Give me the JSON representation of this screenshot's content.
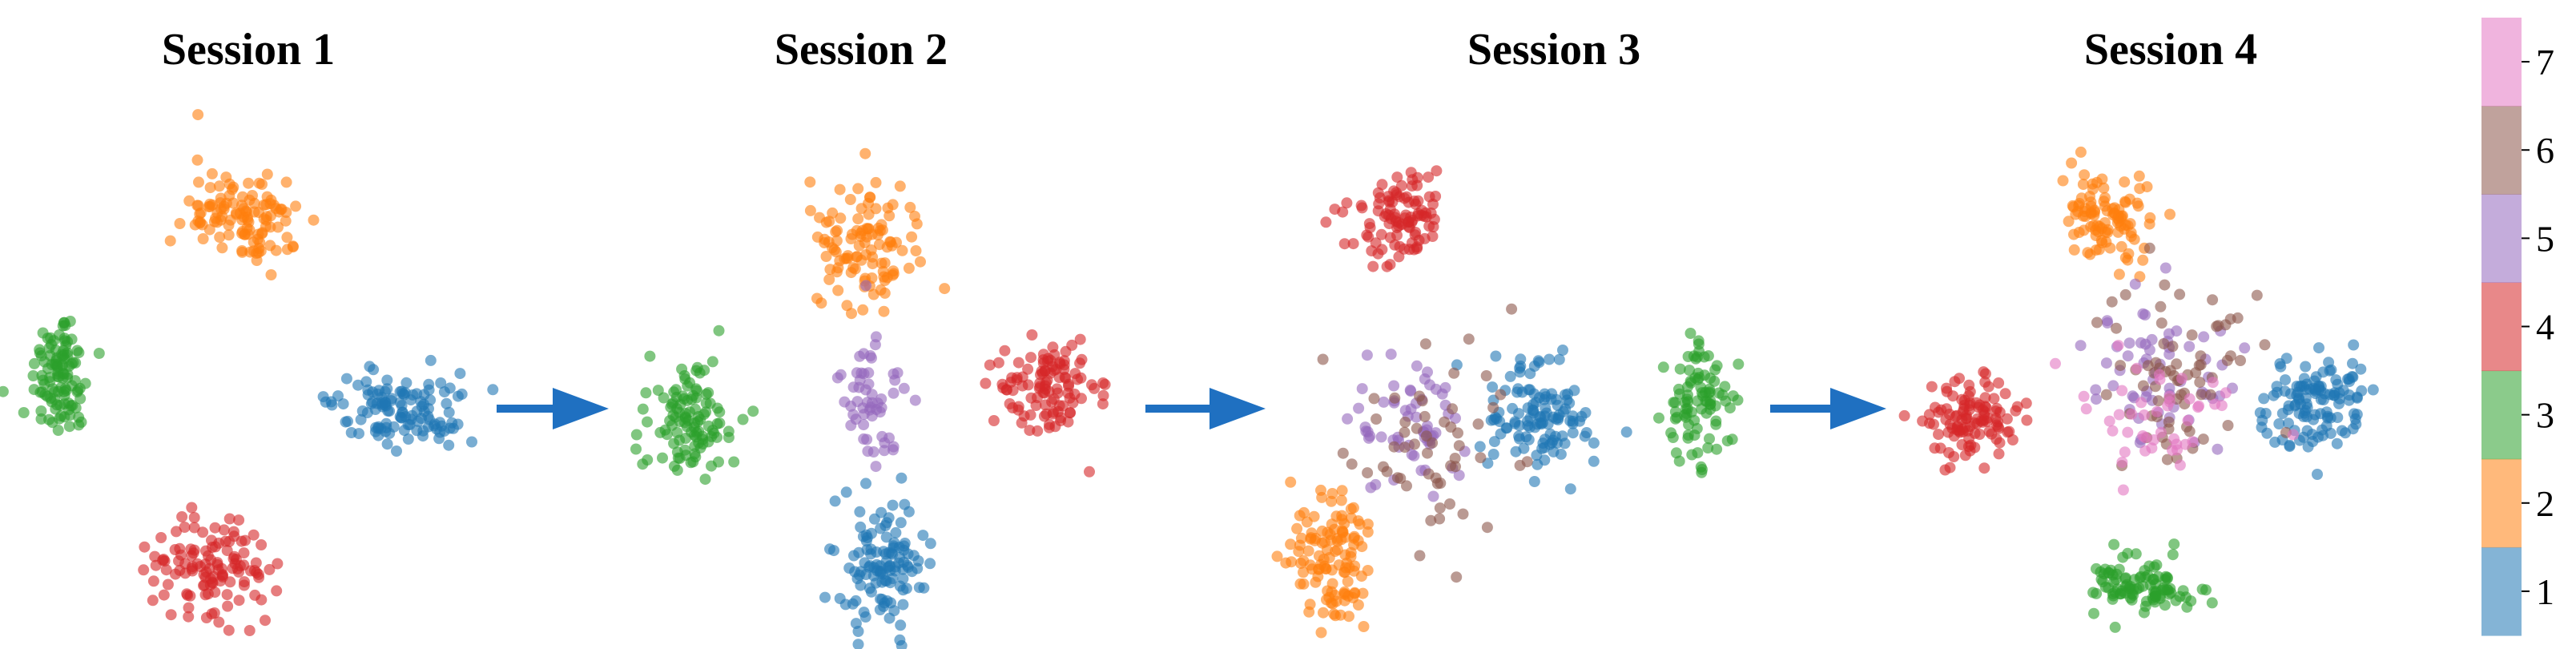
{
  "chart_data": {
    "type": "scatter",
    "panels": [
      {
        "title": "Session 1",
        "classes": [
          1,
          2,
          3,
          4
        ]
      },
      {
        "title": "Session 2",
        "classes": [
          1,
          2,
          3,
          4,
          5
        ]
      },
      {
        "title": "Session 3",
        "classes": [
          1,
          2,
          3,
          4,
          5,
          6
        ]
      },
      {
        "title": "Session 4",
        "classes": [
          1,
          2,
          3,
          4,
          5,
          6,
          7
        ]
      }
    ],
    "colorbar": {
      "ticks": [
        "1",
        "2",
        "3",
        "4",
        "5",
        "6",
        "7"
      ],
      "colors": [
        "#1f77b4",
        "#ff7f0e",
        "#2ca02c",
        "#d62728",
        "#9467bd",
        "#8c564b",
        "#e377c2"
      ]
    },
    "arrow_color": "#1f70c1",
    "axes_visible": false
  }
}
